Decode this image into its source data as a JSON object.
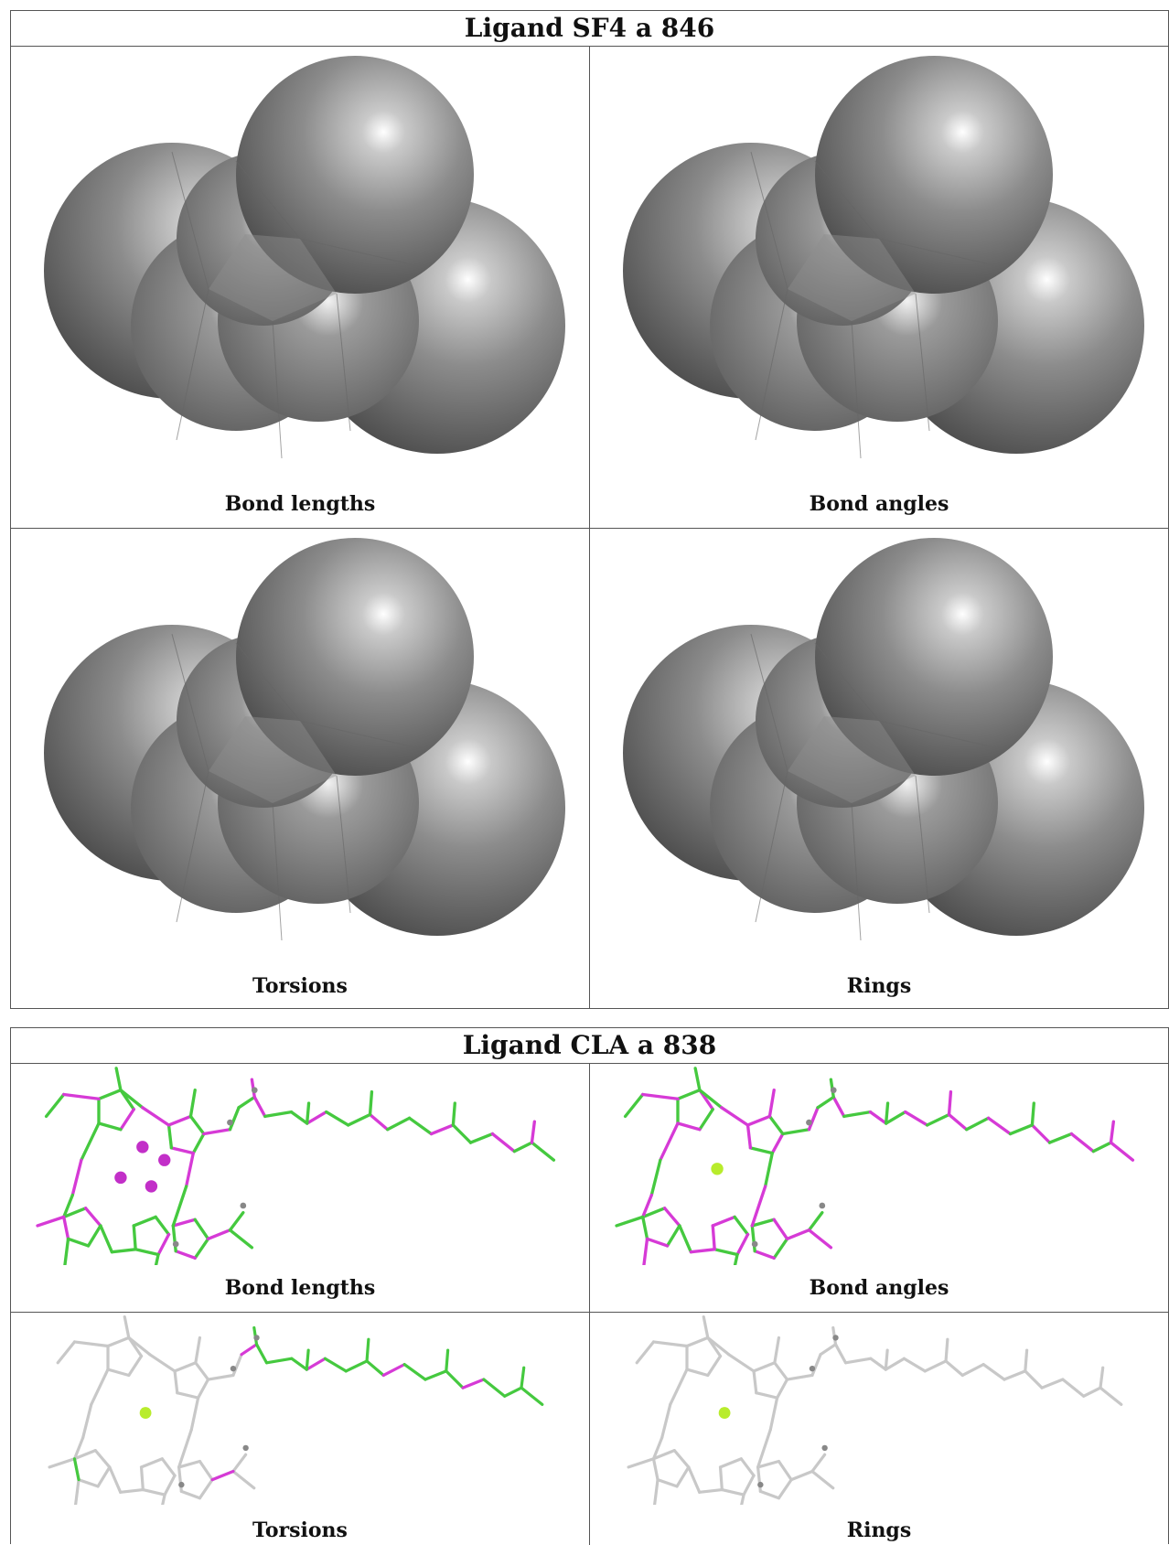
{
  "panels": [
    {
      "title": "Ligand SF4 a 846",
      "captions": [
        "Bond lengths",
        "Bond angles",
        "Torsions",
        "Rings"
      ]
    },
    {
      "title": "Ligand CLA a 838",
      "captions": [
        "Bond lengths",
        "Bond angles",
        "Torsions",
        "Rings"
      ]
    }
  ],
  "colors": {
    "outlier": "#d63ad6",
    "ok": "#45c93f",
    "neutral": "#c8c8c8",
    "metal": "#b8ec2c",
    "sphere": "#8a8a8a"
  }
}
